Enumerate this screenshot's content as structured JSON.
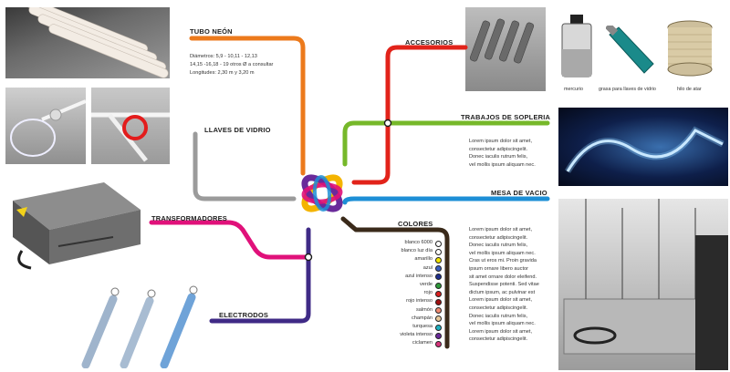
{
  "sections": {
    "tubo_neon": {
      "title": "TUBO NEÓN",
      "line1": "Diámetros: 5,9 - 10,11 - 12,13",
      "line2": "14,15 -16,18 - 19 otros Ø a consultar",
      "line3": "Longitudes: 2,30 m y 3,20 m"
    },
    "llaves": {
      "title": "LLAVES DE VIDRIO"
    },
    "transformadores": {
      "title": "TRANSFORMADORES"
    },
    "electrodos": {
      "title": "ELECTRODOS"
    },
    "accesorios": {
      "title": "ACCESORIOS"
    },
    "trabajos": {
      "title": "TRABAJOS DE SOPLERIA",
      "lines": [
        "Lorem ipsum dolor sit amet,",
        "consectetur adipiscingelit.",
        "Donec iaculis rutrum felis,",
        "vel mollis ipsum aliquam nec."
      ]
    },
    "mesa": {
      "title": "MESA DE VACIO"
    },
    "colores": {
      "title": "COLORES",
      "items": [
        {
          "name": "blanco 6000",
          "color": "#ffffff"
        },
        {
          "name": "blanco luz día",
          "color": "#ffffff"
        },
        {
          "name": "amarillo",
          "color": "#f2e400"
        },
        {
          "name": "azul",
          "color": "#3a5fbf"
        },
        {
          "name": "azul intenso",
          "color": "#1f2f8f"
        },
        {
          "name": "verde",
          "color": "#2e9a3a"
        },
        {
          "name": "rojo",
          "color": "#d92020"
        },
        {
          "name": "rojo intenso",
          "color": "#a01010"
        },
        {
          "name": "salmón",
          "color": "#f08a70"
        },
        {
          "name": "champán",
          "color": "#e8c89a"
        },
        {
          "name": "turquesa",
          "color": "#1fb0c0"
        },
        {
          "name": "violeta intenso",
          "color": "#6a2a9a"
        },
        {
          "name": "ciclamen",
          "color": "#d6337a"
        }
      ],
      "lines": [
        "Lorem ipsum dolor sit amet,",
        "consectetur adipiscingelit.",
        "Donec iaculis rutrum felis,",
        "vel mollis ipsum aliquam nec.",
        "Cras ut eros mi. Proin gravida",
        "ipsum ornare libero auctor",
        "sit amet ornare dolor eleifend.",
        "Suspendisse potenti. Sed vitae",
        "dictum ipsum, ac pulvinar est",
        "Lorem ipsum dolor sit amet,",
        "consectetur adipiscingelit.",
        "Donec iaculis rutrum felis,",
        "vel mollis ipsum aliquam nec.",
        "Lorem ipsum dolor sit amet,",
        "consectetur adipiscingelit."
      ]
    }
  },
  "accessory_captions": {
    "mercurio": "mercurio",
    "grasa": "grasa para llaves de vidrio",
    "hilo": "hilo de atar"
  },
  "colors": {
    "orange": "#ec7a1c",
    "red": "#e2231a",
    "green": "#76b82a",
    "gray": "#9b9b9b",
    "blue": "#1d8fd6",
    "magenta": "#e0117a",
    "dark": "#3a2a1a",
    "purple": "#3f2a86"
  }
}
